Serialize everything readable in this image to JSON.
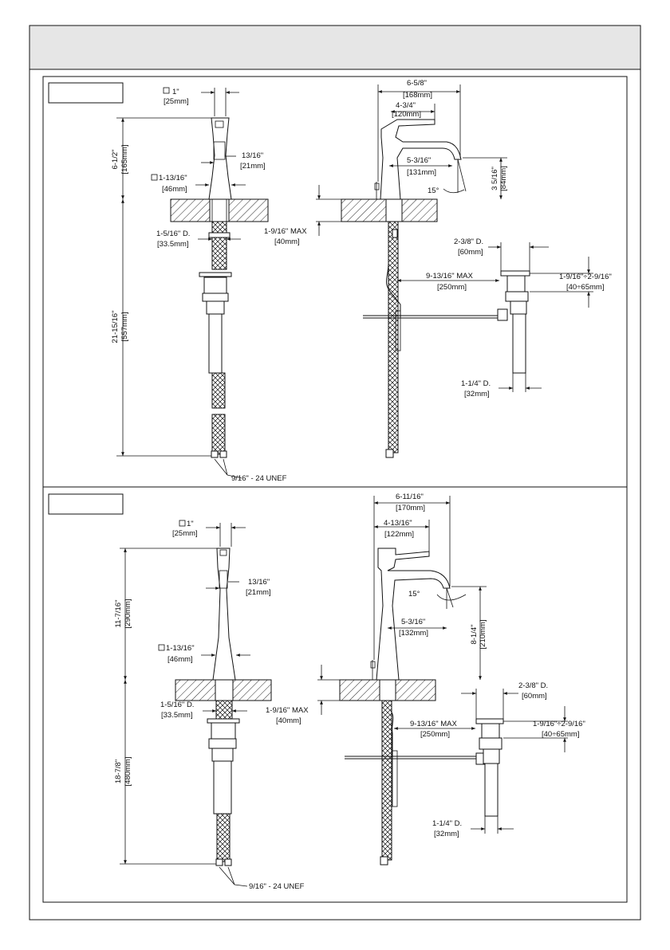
{
  "colors": {
    "header_band": "#e6e6e6",
    "line": "#111111"
  },
  "panel_top": {
    "badge": "",
    "square_size": {
      "imp": "1\"",
      "met": "[25mm]"
    },
    "height": {
      "imp": "6-1/2\"",
      "met": "[165mm]"
    },
    "handle_depth": {
      "imp": "13/16\"",
      "met": "[21mm]"
    },
    "base_size": {
      "imp": "1-13/16\"",
      "met": "[46mm]"
    },
    "hole_dia": {
      "imp": "1-5/16\" D.",
      "met": "[33.5mm]"
    },
    "deck_max": {
      "imp": "1-9/16\" MAX",
      "met": "[40mm]"
    },
    "hose_length": {
      "imp": "21-15/16\"",
      "met": "[557mm]"
    },
    "connector": "9/16\" - 24 UNEF",
    "overall_reach": {
      "imp": "6-5/8\"",
      "met": "[168mm]"
    },
    "handle_reach": {
      "imp": "4-3/4\"",
      "met": "[120mm]"
    },
    "spout_reach": {
      "imp": "5-3/16\"",
      "met": "[131mm]"
    },
    "spout_height": {
      "imp": "3 5/16\"",
      "met": "[84mm]"
    },
    "angle": "15°",
    "drain_dia": {
      "imp": "2-3/8\" D.",
      "met": "[60mm]"
    },
    "drain_range": {
      "imp": "1-9/16\"÷2-9/16\"",
      "met": "[40÷65mm]"
    },
    "rod_max": {
      "imp": "9-13/16\" MAX",
      "met": "[250mm]"
    },
    "tail_dia": {
      "imp": "1-1/4\" D.",
      "met": "[32mm]"
    }
  },
  "panel_bottom": {
    "badge": "",
    "square_size": {
      "imp": "1\"",
      "met": "[25mm]"
    },
    "height": {
      "imp": "11-7/16\"",
      "met": "[290mm]"
    },
    "handle_depth": {
      "imp": "13/16\"",
      "met": "[21mm]"
    },
    "base_size": {
      "imp": "1-13/16\"",
      "met": "[46mm]"
    },
    "hole_dia": {
      "imp": "1-5/16\" D.",
      "met": "[33.5mm]"
    },
    "deck_max": {
      "imp": "1-9/16\" MAX",
      "met": "[40mm]"
    },
    "hose_length": {
      "imp": "18-7/8\"",
      "met": "[480mm]"
    },
    "connector": "9/16\" - 24 UNEF",
    "overall_reach": {
      "imp": "6-11/16\"",
      "met": "[170mm]"
    },
    "handle_reach": {
      "imp": "4-13/16\"",
      "met": "[122mm]"
    },
    "spout_reach": {
      "imp": "5-3/16\"",
      "met": "[132mm]"
    },
    "spout_height": {
      "imp": "8-1/4\"",
      "met": "[210mm]"
    },
    "angle": "15°",
    "drain_dia": {
      "imp": "2-3/8\" D.",
      "met": "[60mm]"
    },
    "drain_range": {
      "imp": "1-9/16\"÷2-9/16\"",
      "met": "[40÷65mm]"
    },
    "rod_max": {
      "imp": "9-13/16\" MAX",
      "met": "[250mm]"
    },
    "tail_dia": {
      "imp": "1-1/4\" D.",
      "met": "[32mm]"
    }
  }
}
